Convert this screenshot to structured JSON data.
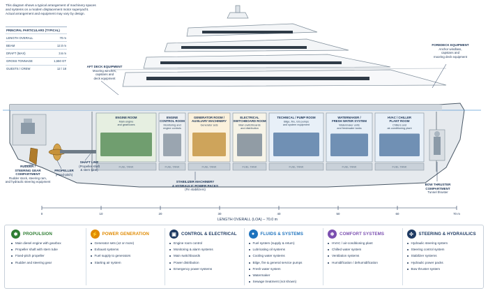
{
  "intro": [
    "This diagram shows a typical arrangement of machinery spaces",
    "and systems on a modern displacement motor superyacht.",
    "Actual arrangement and equipment may vary by design."
  ],
  "specs": {
    "title": "PRINCIPAL PARTICULARS (TYPICAL)",
    "rows": [
      {
        "label": "LENGTH OVERALL",
        "value": "70 m"
      },
      {
        "label": "BEAM",
        "value": "12.0 m"
      },
      {
        "label": "DRAFT (MAX)",
        "value": "3.6 m"
      },
      {
        "label": "GROSS TONNAGE",
        "value": "1,650 GT"
      },
      {
        "label": "GUESTS / CREW",
        "value": "12 / 18"
      }
    ]
  },
  "callouts": {
    "aft_deck": {
      "title": "AFT DECK EQUIPMENT",
      "lines": [
        "Mooring winches,",
        "capstans and",
        "deck equipment"
      ]
    },
    "foredeck": {
      "title": "FOREDECK EQUIPMENT",
      "lines": [
        "Anchor windlass,",
        "capstans and",
        "mooring deck equipment"
      ]
    },
    "rudder": {
      "title_lines": [
        "RUDDER /",
        "STEERING GEAR",
        "COMPARTMENT"
      ],
      "lines": [
        "Rudder stock, steering ram,",
        "and hydraulic steering equipment"
      ]
    },
    "propeller": {
      "title": "PROPELLER",
      "lines": [
        "(Fixed-pitch)"
      ]
    },
    "shaft": {
      "title": "SHAFT LINE",
      "lines": [
        "(Propeller shaft",
        "& stern tube)"
      ]
    },
    "stabilizer": {
      "title_lines": [
        "STABILIZER MACHINERY",
        "& HYDRAULIC POWER PACKS"
      ],
      "lines": [
        "(Fin stabilizers)"
      ]
    },
    "bow_thruster": {
      "title_lines": [
        "BOW THRUSTER",
        "COMPARTMENT"
      ],
      "lines": [
        "Tunnel thruster"
      ]
    }
  },
  "rooms": [
    {
      "name": [
        "ENGINE ROOM"
      ],
      "sub": [
        "Main engine",
        "and gearboxes"
      ],
      "tank": "FUEL TANK"
    },
    {
      "name": [
        "ENGINE",
        "CONTROL ROOM"
      ],
      "sub": [
        "Monitoring and",
        "engine controls"
      ],
      "tank": "FUEL TANK"
    },
    {
      "name": [
        "GENERATOR ROOM /",
        "AUXILIARY MACHINERY"
      ],
      "sub": [
        "Generator sets"
      ],
      "tank": "FUEL TANK"
    },
    {
      "name": [
        "ELECTRICAL",
        "SWITCHBOARD ROOM"
      ],
      "sub": [
        "Main switchboards",
        "and distribution"
      ],
      "tank": "FUEL TANK"
    },
    {
      "name": [
        "TECHNICAL / PUMP ROOM"
      ],
      "sub": [
        "Bilge, fire, GS pumps",
        "and system equipment"
      ],
      "tank": "FUEL TANK"
    },
    {
      "name": [
        "WATERMAKER /",
        "FRESH WATER SYSTEM"
      ],
      "sub": [
        "Watermaker units",
        "and freshwater tanks"
      ],
      "tank": "FUEL TANK"
    },
    {
      "name": [
        "HVAC / CHILLER",
        "PLANT ROOM"
      ],
      "sub": [
        "Chillers and",
        "air-conditioning plant"
      ],
      "tank": "FUEL TANK"
    }
  ],
  "scale": {
    "ticks": [
      "0",
      "10",
      "20",
      "30",
      "40",
      "50",
      "60",
      "70 m"
    ],
    "label": "LENGTH OVERALL (LOA) – 70.0 m"
  },
  "legend": [
    {
      "title": "PROPULSION",
      "color": "#2e7d32",
      "icon": "gear-icon",
      "glyph": "✱",
      "items": [
        "Main diesel engine with gearbox",
        "Propeller shaft with stern tube",
        "Fixed-pitch propeller",
        "Rudder and steering gear"
      ]
    },
    {
      "title": "POWER GENERATION",
      "color": "#e08a00",
      "icon": "lightning-icon",
      "glyph": "⚡",
      "items": [
        "Generator sets (x2 or more)",
        "Exhaust systems",
        "Fuel supply to generators",
        "Starting air system"
      ]
    },
    {
      "title": "CONTROL & ELECTRICAL",
      "color": "#1f3b63",
      "icon": "monitor-icon",
      "glyph": "▣",
      "items": [
        "Engine room control",
        "Monitoring & alarm systems",
        "Main switchboards",
        "Power distribution",
        "Emergency power systems"
      ]
    },
    {
      "title": "FLUIDS & SYSTEMS",
      "color": "#1e73be",
      "icon": "droplet-icon",
      "glyph": "●",
      "items": [
        "Fuel system (supply & return)",
        "Lubricating oil systems",
        "Cooling water systems",
        "Bilge, fire & general service pumps",
        "Fresh water system",
        "Watermaker",
        "Sewage treatment (not shown)"
      ]
    },
    {
      "title": "COMFORT SYSTEMS",
      "color": "#7b4fb0",
      "icon": "snowflake-icon",
      "glyph": "❄",
      "items": [
        "HVAC / air-conditioning plant",
        "Chilled water system",
        "Ventilation systems",
        "Humidification / dehumidification"
      ]
    },
    {
      "title": "STEERING & HYDRAULICS",
      "color": "#1f3b63",
      "icon": "helm-icon",
      "glyph": "✣",
      "items": [
        "Hydraulic steering system",
        "Steering control system",
        "Stabilizer systems",
        "Hydraulic power packs",
        "Bow thruster system"
      ]
    }
  ]
}
